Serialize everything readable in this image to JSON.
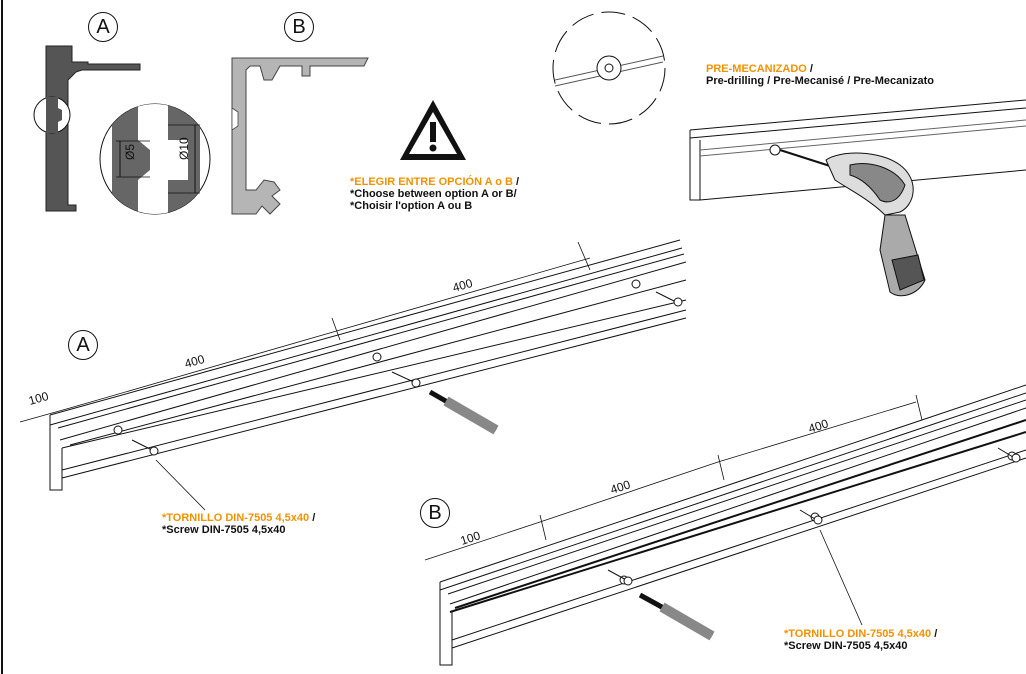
{
  "colors": {
    "accent": "#f29200",
    "profile_dark": "#555555",
    "profile_light": "#b5b5b5",
    "line": "#111111"
  },
  "options": {
    "a": "A",
    "b": "B"
  },
  "detail": {
    "dim_small": "Ø5",
    "dim_large": "Ø10"
  },
  "warning": {
    "icon": "warning-triangle-icon",
    "line1_orange": "*ELEGIR ENTRE OPCIÓN A o B",
    "line1_sep": " /",
    "line2": "*Choose between option A or B/",
    "line3": "*Choisir l'option A ou B"
  },
  "predrill": {
    "title_orange": "PRE-MECANIZADO",
    "title_sep": " /",
    "subtitle": "Pre-drilling / Pre-Mecanisé / Pre-Mecanizato"
  },
  "rail_a": {
    "label": "A",
    "dim_end": "100",
    "dim_mid": "400",
    "dim_far": "400"
  },
  "rail_b": {
    "label": "B",
    "dim_end": "100",
    "dim_mid": "400",
    "dim_far": "400"
  },
  "screw_a": {
    "orange": "*TORNILLO DIN-7505 4,5x40",
    "sep": " /",
    "line2": "*Screw DIN-7505 4,5x40"
  },
  "screw_b": {
    "orange": "*TORNILLO DIN-7505 4,5x40",
    "sep": " /",
    "line2": "*Screw DIN-7505 4,5x40"
  }
}
